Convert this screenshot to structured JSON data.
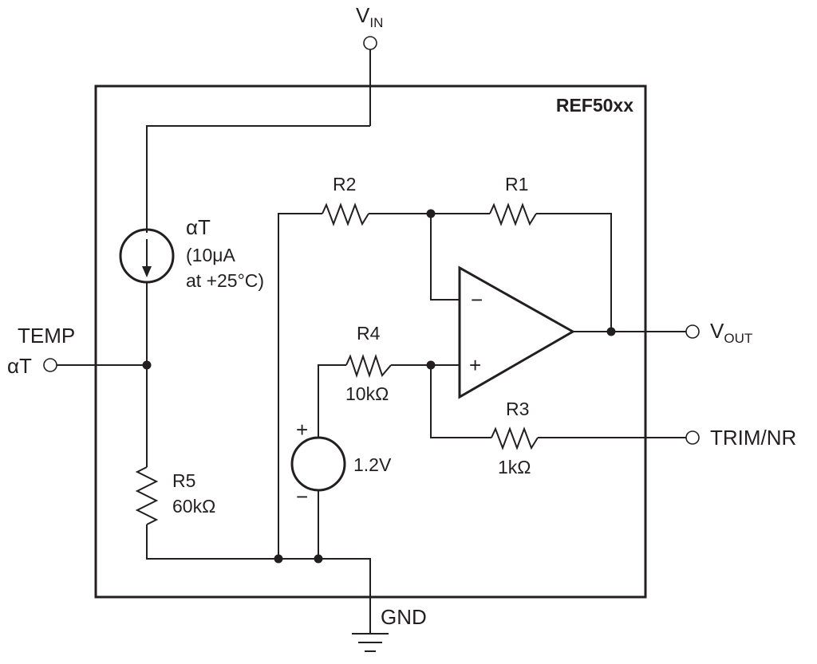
{
  "part_name": "REF50xx",
  "pins": {
    "vin": {
      "main": "V",
      "sub": "IN"
    },
    "vout": {
      "main": "V",
      "sub": "OUT"
    },
    "temp": "TEMP",
    "temp_alpha": "αT",
    "trim": "TRIM/NR",
    "gnd": "GND"
  },
  "components": {
    "current_source": {
      "line1": "αT",
      "line2": "(10μA",
      "line3": "at +25°C)"
    },
    "r1": {
      "name": "R1"
    },
    "r2": {
      "name": "R2"
    },
    "r3": {
      "name": "R3",
      "value": "1kΩ"
    },
    "r4": {
      "name": "R4",
      "value": "10kΩ"
    },
    "r5": {
      "name": "R5",
      "value": "60kΩ"
    },
    "vref": {
      "value": "1.2V",
      "plus": "+",
      "minus": "−"
    },
    "opamp": {
      "minus": "−",
      "plus": "+"
    }
  }
}
